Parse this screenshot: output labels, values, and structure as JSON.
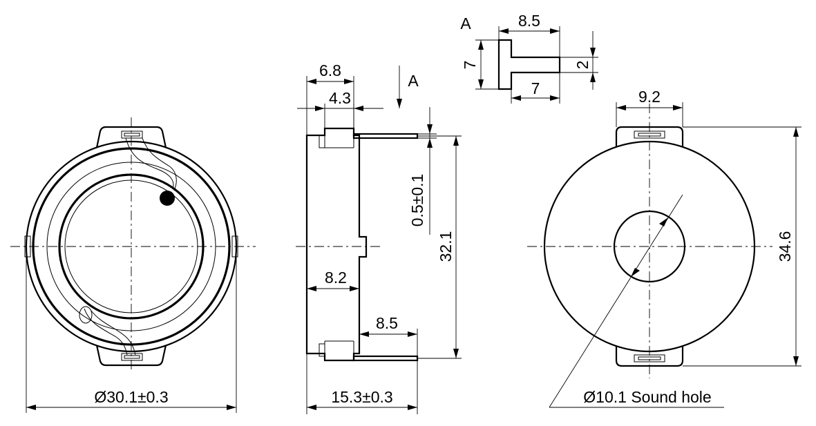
{
  "section_marks": {
    "view_label": "A",
    "arrow_label": "A"
  },
  "front_view": {
    "diameter": "Ø30.1±0.3"
  },
  "side_view": {
    "overall_width": "6.8",
    "body_width": "4.3",
    "pin_thickness": "0.5±0.1",
    "pin_pitch": "32.1",
    "mid_width": "8.2",
    "pin_length": "8.5",
    "overall_depth": "15.3±0.3"
  },
  "pin_detail": {
    "width": "8.5",
    "height": "7",
    "tab_height": "2",
    "stem_length": "7"
  },
  "rear_view": {
    "tab_width": "9.2",
    "overall_height": "34.6",
    "sound_hole": "Ø10.1 Sound hole"
  }
}
